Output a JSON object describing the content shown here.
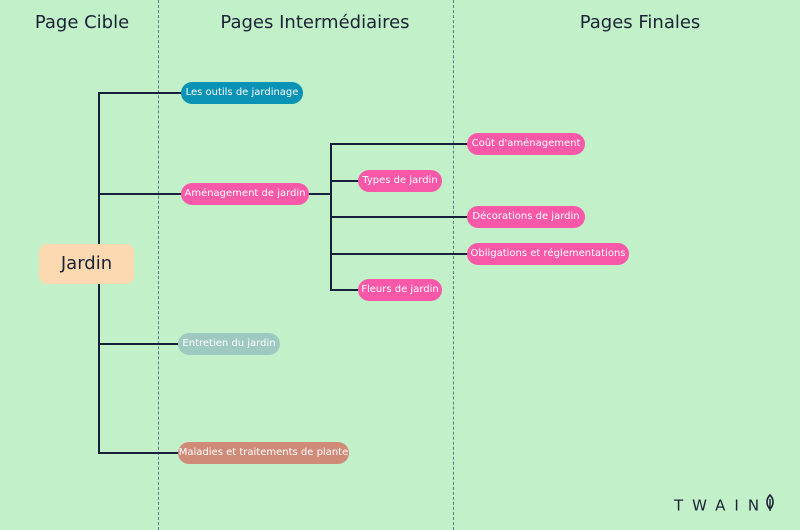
{
  "columns": {
    "target": "Page Cible",
    "intermediate": "Pages Intermédiaires",
    "final": "Pages Finales"
  },
  "root": {
    "label": "Jardin",
    "color": "#fcd9b1"
  },
  "intermediate_nodes": [
    {
      "label": "Les outils de jardinage",
      "color": "#0a93b5"
    },
    {
      "label": "Aménagement de jardin",
      "color": "#f758a8"
    },
    {
      "label": "Entretien du jardin",
      "color": "#9ec9c1"
    },
    {
      "label": "Maladies et traitements de plante",
      "color": "#d08a78"
    }
  ],
  "final_nodes": [
    {
      "label": "Coût d'aménagement",
      "color": "#f758a8"
    },
    {
      "label": "Types de jardin",
      "color": "#f758a8"
    },
    {
      "label": "Décorations de jardin",
      "color": "#f758a8"
    },
    {
      "label": "Obligations et réglementations",
      "color": "#f758a8"
    },
    {
      "label": "Fleurs de jardin",
      "color": "#f758a8"
    }
  ],
  "logo": {
    "text": "TWAIN",
    "icon": "leaf-icon"
  },
  "colors": {
    "background": "#c2f0c9",
    "line": "#16203a",
    "divider": "#5d7a86"
  }
}
